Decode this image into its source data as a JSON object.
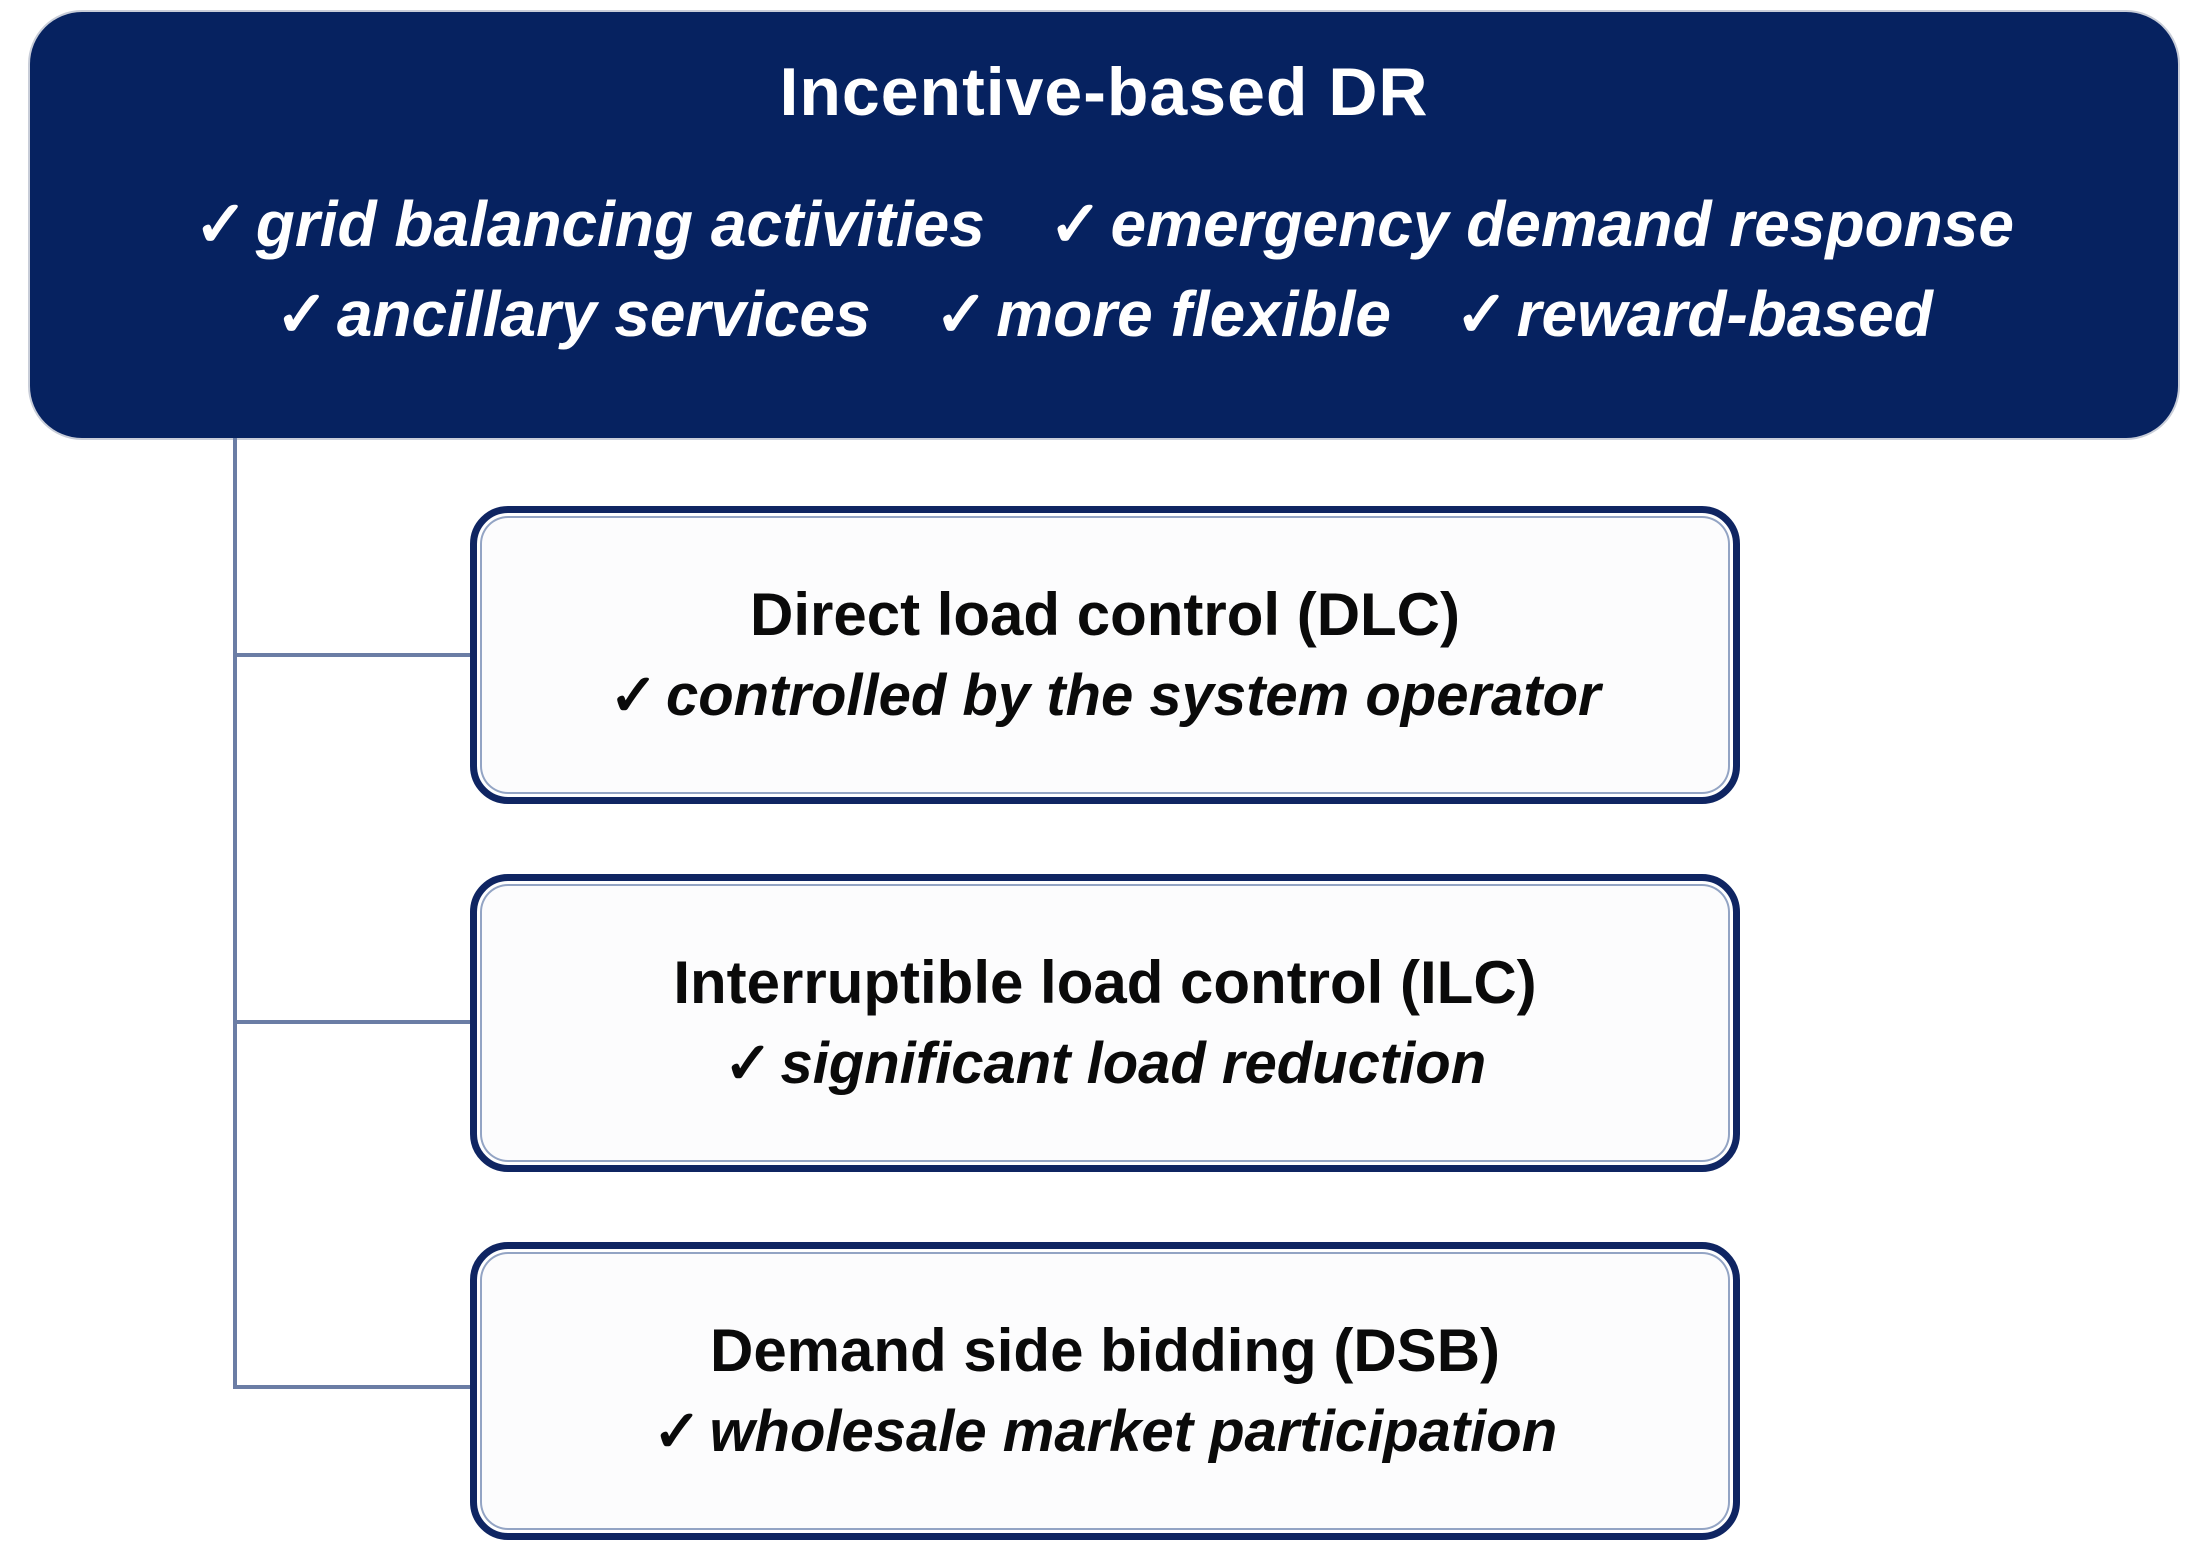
{
  "root": {
    "title": "Incentive-based DR",
    "feature_lines": [
      [
        "grid balancing activities",
        "emergency demand response"
      ],
      [
        "ancillary services",
        "more flexible",
        "reward-based"
      ]
    ]
  },
  "children": [
    {
      "title": "Direct load control (DLC)",
      "feature": "controlled by the system operator"
    },
    {
      "title": "Interruptible load control (ILC)",
      "feature": "significant load reduction"
    },
    {
      "title": "Demand side bidding (DSB)",
      "feature": "wholesale market participation"
    }
  ],
  "icons": {
    "check": "✓"
  },
  "colors": {
    "root_bg": "#062260",
    "root_text": "#ffffff",
    "child_bg": "#fcfcfd",
    "child_border": "#0f2562",
    "child_text": "#0a0a0a",
    "connector": "#6b7da5",
    "canvas_bg": "#ffffff"
  }
}
